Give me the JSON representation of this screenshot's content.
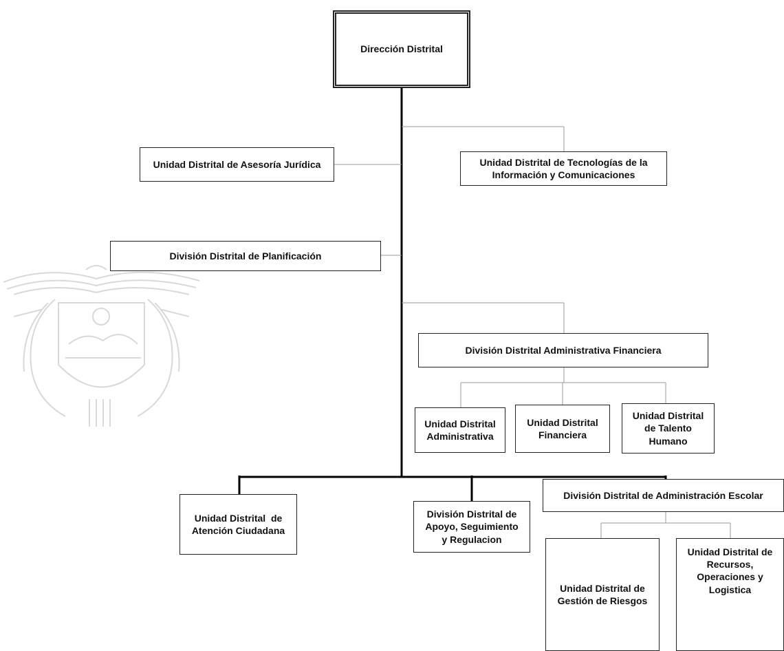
{
  "org_chart": {
    "top": {
      "label": "Dirección Distrital"
    },
    "asesoria": {
      "label": "Unidad Distrital de Asesoría Jurídica"
    },
    "tecnologias": {
      "line1": "Unidad Distrital de Tecnologías de la",
      "line2": "Información y Comunicaciones"
    },
    "planificacion": {
      "label": "División Distrital de Planificación"
    },
    "adm_financiera": {
      "label": "División Distrital Administrativa Financiera"
    },
    "u_administrativa": {
      "line1": "Unidad Distrital",
      "line2": "Administrativa"
    },
    "u_financiera": {
      "line1": "Unidad Distrital",
      "line2": "Financiera"
    },
    "u_talento": {
      "line1": "Unidad Distrital",
      "line2": "de Talento",
      "line3": "Humano"
    },
    "u_atencion": {
      "line1": "Unidad Distrital  de",
      "line2": "Atención Ciudadana"
    },
    "d_apoyo": {
      "line1": "División Distrital de",
      "line2": "Apoyo, Seguimiento",
      "line3": "y Regulacion"
    },
    "d_escolar": {
      "label": "División Distrital de Administración Escolar"
    },
    "u_riesgos": {
      "line1": "Unidad Distrital de",
      "line2": "Gestión de Riesgos"
    },
    "u_recursos": {
      "line1": "Unidad Distrital de",
      "line2": "Recursos,",
      "line3": "Operaciones y",
      "line4": "Logistica"
    }
  }
}
